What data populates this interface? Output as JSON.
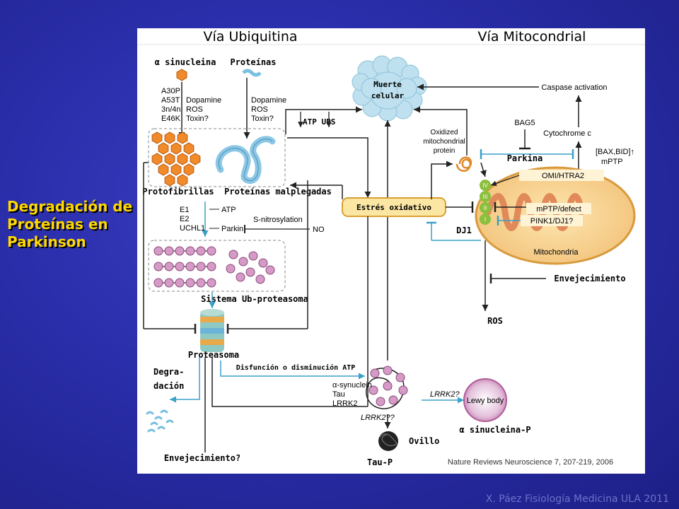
{
  "slide_title": "Degradación de Proteínas en Parkinson",
  "footer": "X. Páez Fisiología Medicina ULA 2011",
  "figure": {
    "header_left": "Vía Ubiquitina",
    "header_right": "Vía Mitocondrial",
    "alpha_sinucleina": "α sinucleina",
    "proteinas": "Proteínas",
    "mutations": [
      "A30P",
      "A53T",
      "3n/4n",
      "E46K"
    ],
    "toxins": [
      "Dopamine",
      "ROS",
      "Toxin?"
    ],
    "protofibrillas": "Protofibrillas",
    "proteinas_malplegadas": "Proteínas malplegadas",
    "enzymes": [
      "E1",
      "E2",
      "UCHL1"
    ],
    "atp": "ATP",
    "parkin": "Parkin",
    "s_nitrosylation": "S-nitrosylation",
    "no": "NO",
    "sistema_ub": "Sistema Ub-proteasoma",
    "proteasoma": "Proteasoma",
    "degradacion": "Degra-\ndación",
    "envejecimiento_q": "Envejecimiento?",
    "disfuncion": "Disfunción o  disminución ATP",
    "synuclein_list": [
      "α-synuclein",
      "Tau",
      "LRRK2"
    ],
    "lrrk2_right": "LRRK2?",
    "lrrk2_down": "LRRK2??",
    "lewy_body": "Lewy body",
    "alpha_sinucleina_p": "α sinucleina-P",
    "ovillo": "Ovillo",
    "tau_p": "Tau-P",
    "citation": "Nature Reviews Neuroscience 7, 207-219, 2006",
    "muerte_celular": "Muerte\ncelular",
    "atp_ups": "ATP   UPS",
    "estres_oxidativo": "Estrés oxidativo",
    "oxidized_protein": "Oxidized\nmitochondrial\nprotein",
    "bag5": "BAG5",
    "parkina": "Parkina",
    "caspase": "Caspase activation",
    "cytochrome": "Cytochrome c",
    "bax_bid": "[BAX,BID]↑",
    "mptp": "mPTP",
    "omi_htra2": "OMI/HTRA2",
    "mptp_defect": "mPTP/defect",
    "pink1_dj1": "PINK1/DJ1?",
    "complexes": [
      "IV",
      "III",
      "II",
      "I"
    ],
    "dj1": "DJ1",
    "mitochondria": "Mitochondria",
    "envejecimiento": "Envejecimiento",
    "ros": "ROS"
  }
}
